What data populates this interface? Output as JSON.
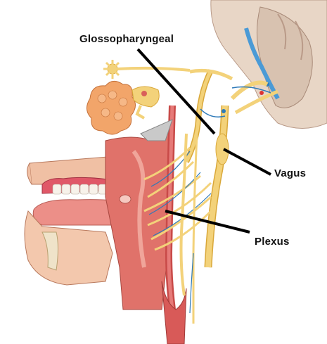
{
  "labels": {
    "glossopharyngeal": "Glossopharyngeal",
    "vagus": "Vagus",
    "plexus": "Plexus"
  },
  "colors": {
    "nerve": "#f3d27a",
    "nerve_outline": "#d9a83a",
    "muscle": "#d9605a",
    "muscle_light": "#f0a59a",
    "gland": "#f2a56a",
    "brain": "#e9d7c8",
    "vessel_blue": "#2e7ab8",
    "leader_line": "#000000"
  }
}
